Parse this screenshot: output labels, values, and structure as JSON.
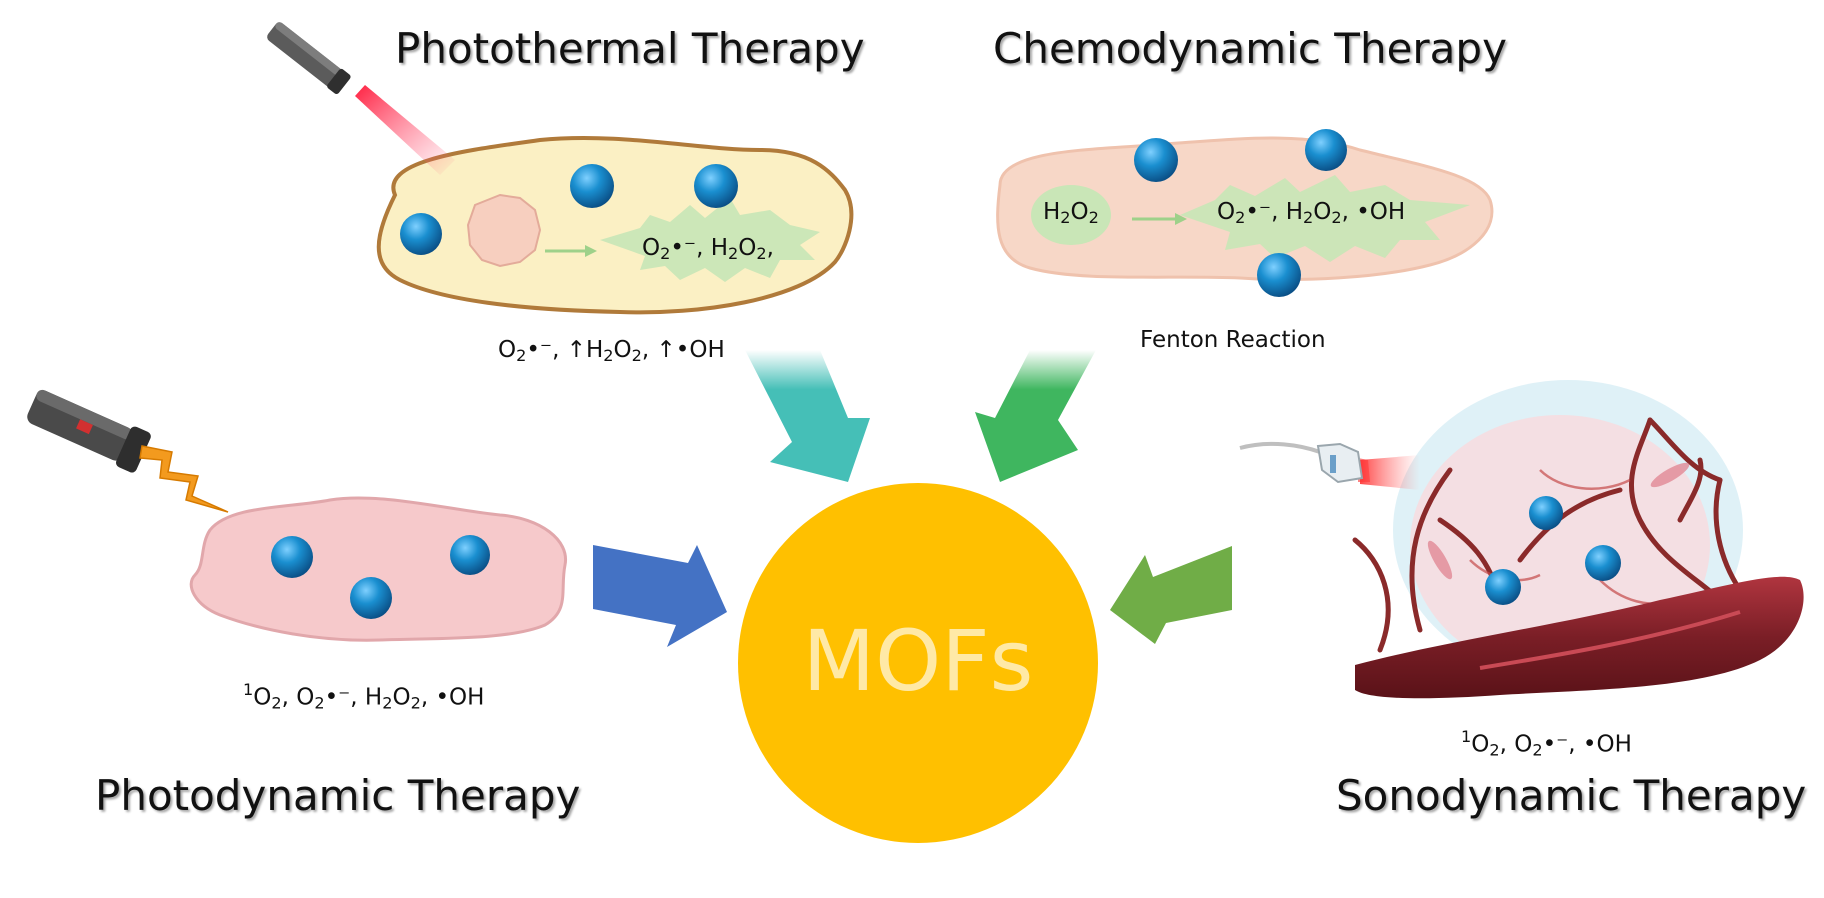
{
  "titles": {
    "photothermal": "Photothermal Therapy",
    "chemodynamic": "Chemodynamic Therapy",
    "photodynamic": "Photodynamic Therapy",
    "sonodynamic": "Sonodynamic Therapy"
  },
  "center": {
    "label": "MOFs"
  },
  "photothermal": {
    "burst_label": {
      "a": "O",
      "b": "2",
      "c": "•⁻, H",
      "d": "2",
      "e": "O",
      "f": "2",
      "g": ","
    },
    "below": {
      "a": "O",
      "b": "2",
      "c": "•⁻, ↑H",
      "d": "2",
      "e": "O",
      "f": "2",
      "g": ", ↑•OH"
    }
  },
  "chemodynamic": {
    "bubble": {
      "a": "H",
      "b": "2",
      "c": "O",
      "d": "2"
    },
    "burst_label": {
      "a": "O",
      "b": "2",
      "c": "•⁻, H",
      "d": "2",
      "e": "O",
      "f": "2",
      "g": ", •OH"
    },
    "below": "Fenton Reaction"
  },
  "photodynamic": {
    "below": {
      "s": "1",
      "a": "O",
      "b": "2",
      "c": ", O",
      "d": "2",
      "e": "•⁻, H",
      "f": "2",
      "g": "O",
      "h": "2",
      "i": ", •OH"
    }
  },
  "sonodynamic": {
    "below": {
      "s": "1",
      "a": "O",
      "b": "2",
      "c": ", O",
      "d": "2",
      "e": "•⁻, •OH"
    }
  },
  "colors": {
    "center": "#FFC000",
    "center_text": "#FFE9A6",
    "arrow_photothermal": "#45BFB7",
    "arrow_chemodynamic": "#3FB65F",
    "arrow_photodynamic": "#4472C4",
    "arrow_sonodynamic": "#70AD47",
    "nanoparticle": "#1A8FD0"
  }
}
